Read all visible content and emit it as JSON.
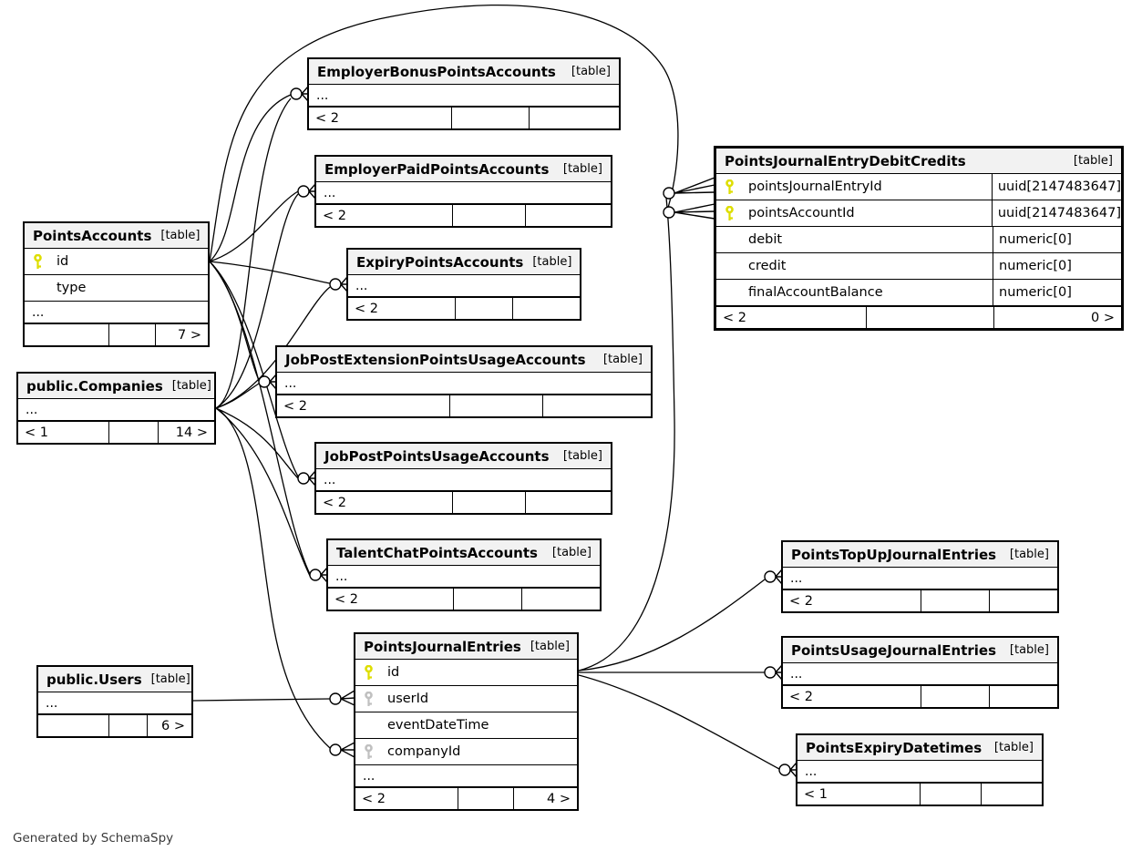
{
  "footnote": "Generated by SchemaSpy",
  "tables": [
    {
      "name": "PointsAccounts",
      "tag": "[table]",
      "rows": [
        {
          "icon": "pk",
          "name": "id"
        },
        {
          "icon": "",
          "name": "type"
        },
        {
          "icon": "",
          "name": "..."
        }
      ],
      "footer": [
        "",
        "",
        "7 >"
      ]
    },
    {
      "name": "public.Companies",
      "tag": "[table]",
      "rows": [
        {
          "icon": "",
          "name": "..."
        }
      ],
      "footer": [
        "< 1",
        "",
        "14 >"
      ]
    },
    {
      "name": "public.Users",
      "tag": "[table]",
      "rows": [
        {
          "icon": "",
          "name": "..."
        }
      ],
      "footer": [
        "",
        "",
        "6 >"
      ]
    },
    {
      "name": "EmployerBonusPointsAccounts",
      "tag": "[table]",
      "rows": [
        {
          "icon": "",
          "name": "..."
        }
      ],
      "footer": [
        "< 2",
        "",
        ""
      ]
    },
    {
      "name": "EmployerPaidPointsAccounts",
      "tag": "[table]",
      "rows": [
        {
          "icon": "",
          "name": "..."
        }
      ],
      "footer": [
        "< 2",
        "",
        ""
      ]
    },
    {
      "name": "ExpiryPointsAccounts",
      "tag": "[table]",
      "rows": [
        {
          "icon": "",
          "name": "..."
        }
      ],
      "footer": [
        "< 2",
        "",
        ""
      ]
    },
    {
      "name": "JobPostExtensionPointsUsageAccounts",
      "tag": "[table]",
      "rows": [
        {
          "icon": "",
          "name": "..."
        }
      ],
      "footer": [
        "< 2",
        "",
        ""
      ]
    },
    {
      "name": "JobPostPointsUsageAccounts",
      "tag": "[table]",
      "rows": [
        {
          "icon": "",
          "name": "..."
        }
      ],
      "footer": [
        "< 2",
        "",
        ""
      ]
    },
    {
      "name": "TalentChatPointsAccounts",
      "tag": "[table]",
      "rows": [
        {
          "icon": "",
          "name": "..."
        }
      ],
      "footer": [
        "< 2",
        "",
        ""
      ]
    },
    {
      "name": "PointsJournalEntries",
      "tag": "[table]",
      "rows": [
        {
          "icon": "pk",
          "name": "id"
        },
        {
          "icon": "fk",
          "name": "userId"
        },
        {
          "icon": "",
          "name": "eventDateTime"
        },
        {
          "icon": "fk",
          "name": "companyId"
        },
        {
          "icon": "",
          "name": "..."
        }
      ],
      "footer": [
        "< 2",
        "",
        "4 >"
      ]
    },
    {
      "name": "PointsJournalEntryDebitCredits",
      "tag": "[table]",
      "rows": [
        {
          "icon": "pk",
          "name": "pointsJournalEntryId",
          "type": "uuid[2147483647]"
        },
        {
          "icon": "pk",
          "name": "pointsAccountId",
          "type": "uuid[2147483647]"
        },
        {
          "icon": "",
          "name": "debit",
          "type": "numeric[0]"
        },
        {
          "icon": "",
          "name": "credit",
          "type": "numeric[0]"
        },
        {
          "icon": "",
          "name": "finalAccountBalance",
          "type": "numeric[0]"
        }
      ],
      "footer": [
        "< 2",
        "",
        "0 >"
      ]
    },
    {
      "name": "PointsTopUpJournalEntries",
      "tag": "[table]",
      "rows": [
        {
          "icon": "",
          "name": "..."
        }
      ],
      "footer": [
        "< 2",
        "",
        ""
      ]
    },
    {
      "name": "PointsUsageJournalEntries",
      "tag": "[table]",
      "rows": [
        {
          "icon": "",
          "name": "..."
        }
      ],
      "footer": [
        "< 2",
        "",
        ""
      ]
    },
    {
      "name": "PointsExpiryDatetimes",
      "tag": "[table]",
      "rows": [
        {
          "icon": "",
          "name": "..."
        }
      ],
      "footer": [
        "< 1",
        "",
        ""
      ]
    }
  ],
  "relationships": [
    {
      "from": "PointsAccounts.id",
      "to": "EmployerBonusPointsAccounts"
    },
    {
      "from": "public.Companies",
      "to": "EmployerBonusPointsAccounts"
    },
    {
      "from": "PointsAccounts.id",
      "to": "EmployerPaidPointsAccounts"
    },
    {
      "from": "public.Companies",
      "to": "EmployerPaidPointsAccounts"
    },
    {
      "from": "PointsAccounts.id",
      "to": "ExpiryPointsAccounts"
    },
    {
      "from": "public.Companies",
      "to": "ExpiryPointsAccounts"
    },
    {
      "from": "PointsAccounts.id",
      "to": "JobPostExtensionPointsUsageAccounts"
    },
    {
      "from": "public.Companies",
      "to": "JobPostExtensionPointsUsageAccounts"
    },
    {
      "from": "PointsAccounts.id",
      "to": "JobPostPointsUsageAccounts"
    },
    {
      "from": "public.Companies",
      "to": "JobPostPointsUsageAccounts"
    },
    {
      "from": "PointsAccounts.id",
      "to": "TalentChatPointsAccounts"
    },
    {
      "from": "public.Companies",
      "to": "TalentChatPointsAccounts"
    },
    {
      "from": "PointsAccounts.id",
      "to": "PointsJournalEntryDebitCredits.pointsAccountId"
    },
    {
      "from": "PointsJournalEntries.id",
      "to": "PointsJournalEntryDebitCredits.pointsJournalEntryId"
    },
    {
      "from": "public.Users",
      "to": "PointsJournalEntries.userId"
    },
    {
      "from": "public.Companies",
      "to": "PointsJournalEntries.companyId"
    },
    {
      "from": "PointsJournalEntries.id",
      "to": "PointsTopUpJournalEntries"
    },
    {
      "from": "PointsJournalEntries.id",
      "to": "PointsUsageJournalEntries"
    },
    {
      "from": "PointsJournalEntries.id",
      "to": "PointsExpiryDatetimes"
    }
  ],
  "colors": {
    "pk_key": "#dede00",
    "fk_key": "#c0c0c0",
    "header_bg": "#f2f2f2",
    "line": "#000000"
  }
}
